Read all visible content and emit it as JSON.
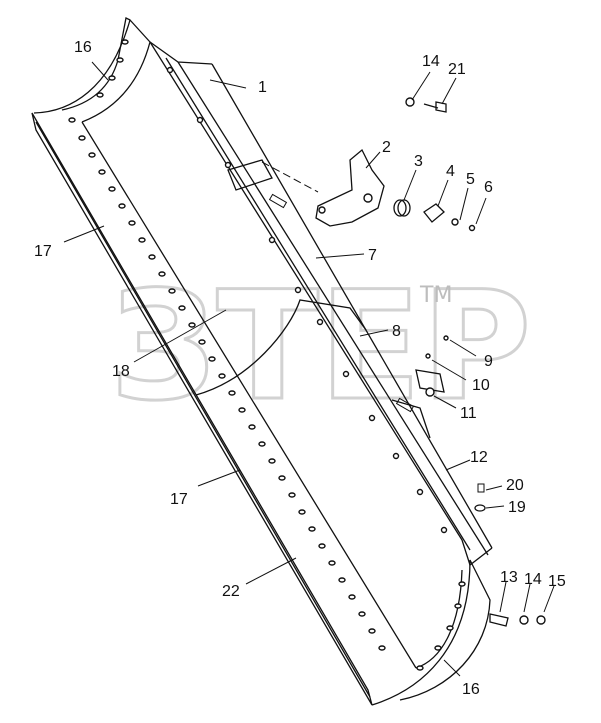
{
  "watermark": {
    "text": "ЗТЕР",
    "tm": "TM"
  },
  "callouts": [
    {
      "id": "c1",
      "text": "1"
    },
    {
      "id": "c2",
      "text": "2"
    },
    {
      "id": "c3",
      "text": "3"
    },
    {
      "id": "c4",
      "text": "4"
    },
    {
      "id": "c5",
      "text": "5"
    },
    {
      "id": "c6",
      "text": "6"
    },
    {
      "id": "c7",
      "text": "7"
    },
    {
      "id": "c8",
      "text": "8"
    },
    {
      "id": "c9",
      "text": "9"
    },
    {
      "id": "c10",
      "text": "10"
    },
    {
      "id": "c11",
      "text": "11"
    },
    {
      "id": "c12",
      "text": "12"
    },
    {
      "id": "c13",
      "text": "13"
    },
    {
      "id": "c14a",
      "text": "14"
    },
    {
      "id": "c14b",
      "text": "14"
    },
    {
      "id": "c15",
      "text": "15"
    },
    {
      "id": "c16a",
      "text": "16"
    },
    {
      "id": "c16b",
      "text": "16"
    },
    {
      "id": "c17a",
      "text": "17"
    },
    {
      "id": "c17b",
      "text": "17"
    },
    {
      "id": "c18",
      "text": "18"
    },
    {
      "id": "c19",
      "text": "19"
    },
    {
      "id": "c20",
      "text": "20"
    },
    {
      "id": "c21",
      "text": "21"
    },
    {
      "id": "c22",
      "text": "22"
    }
  ]
}
